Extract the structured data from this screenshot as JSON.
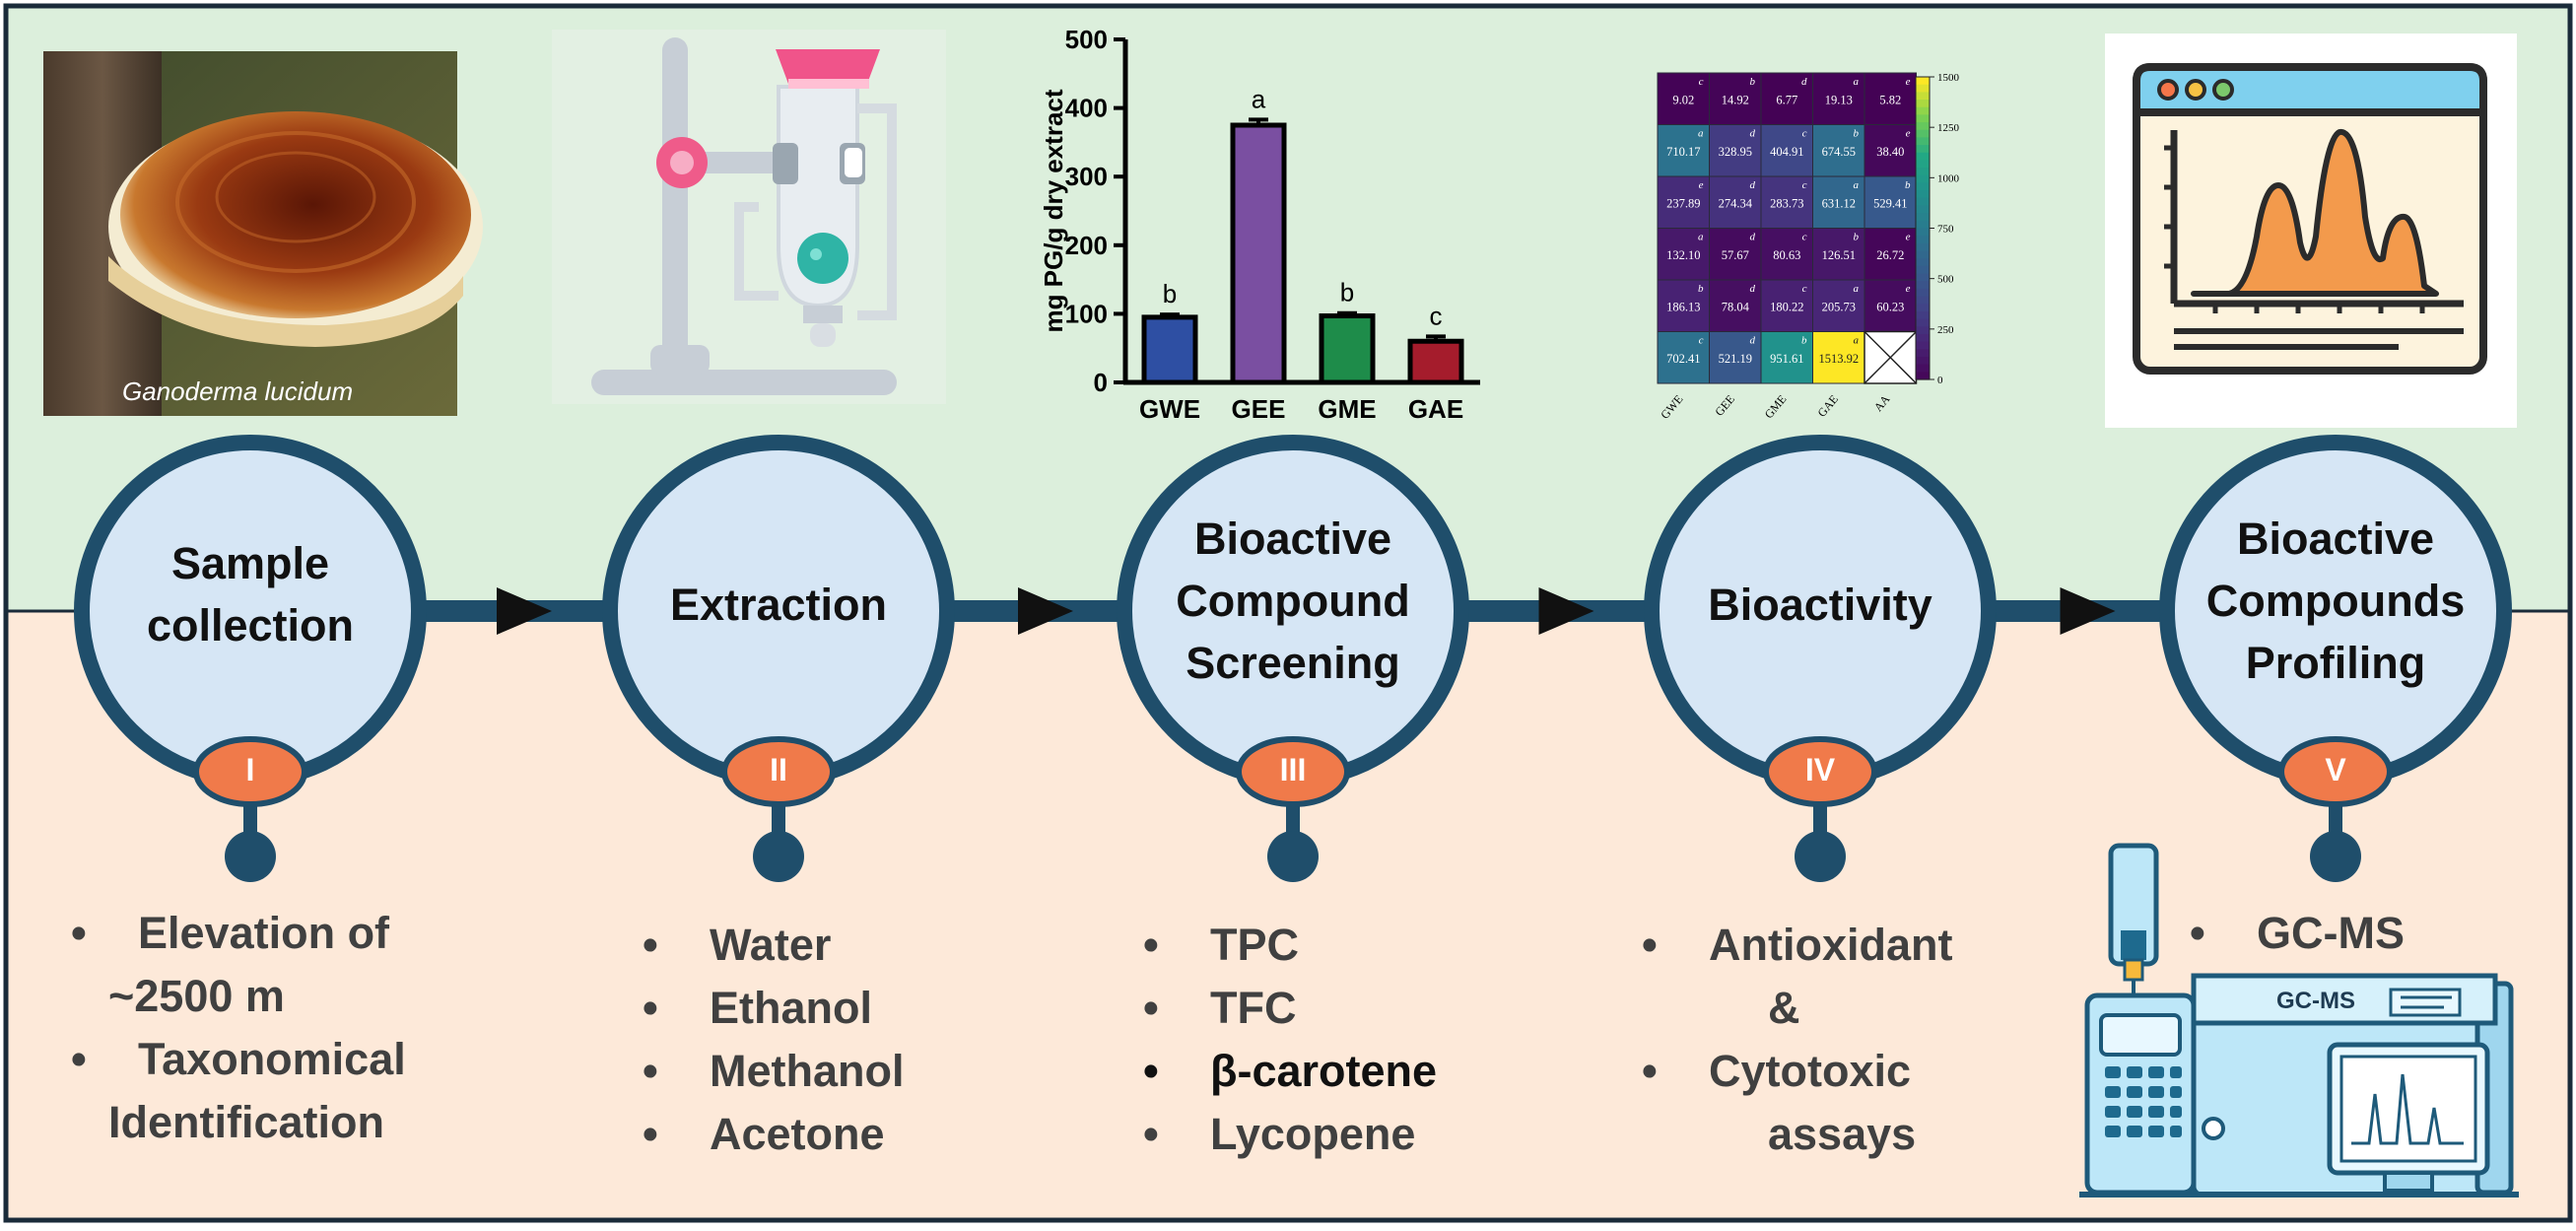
{
  "steps": [
    {
      "numeral": "I",
      "title_lines": [
        "Sample",
        "collection"
      ],
      "bullets": [
        [
          "Elevation of",
          "~2500 m"
        ],
        [
          "Taxonomical",
          "Identification"
        ]
      ]
    },
    {
      "numeral": "II",
      "title_lines": [
        "Extraction"
      ],
      "bullets": [
        [
          "Water"
        ],
        [
          "Ethanol"
        ],
        [
          "Methanol"
        ],
        [
          "Acetone"
        ]
      ]
    },
    {
      "numeral": "III",
      "title_lines": [
        "Bioactive",
        "Compound",
        "Screening"
      ],
      "bullets": [
        [
          "TPC"
        ],
        [
          "TFC"
        ],
        [
          "β-carotene"
        ],
        [
          "Lycopene"
        ]
      ]
    },
    {
      "numeral": "IV",
      "title_lines": [
        "Bioactivity"
      ],
      "bullets": [
        [
          "Antioxidant",
          "&"
        ],
        [
          "Cytotoxic",
          "assays"
        ]
      ]
    },
    {
      "numeral": "V",
      "title_lines": [
        "Bioactive",
        "Compounds",
        "Profiling"
      ],
      "bullets": [
        [
          "GC-MS"
        ]
      ]
    }
  ],
  "photo_caption": "Ganoderma lucidum",
  "instrument_label": "GC-MS",
  "colors": {
    "top_bg": "#dcefdc",
    "bottom_bg": "#fde9d9",
    "ring": "#1f4e6b",
    "disc": "#d6e6f5",
    "badge": "#f07a4a",
    "arrow": "#111111"
  },
  "chart_data": [
    {
      "type": "bar",
      "categories": [
        "GWE",
        "GEE",
        "GME",
        "GAE"
      ],
      "values": [
        95,
        375,
        97,
        60
      ],
      "errors": [
        4,
        8,
        4,
        7
      ],
      "annotations": [
        "b",
        "a",
        "b",
        "c"
      ],
      "colors": [
        "#2e4fa3",
        "#7a4fa1",
        "#1e8c4a",
        "#a51c2c"
      ],
      "ylabel": "mg PG/g dry extract",
      "ylim": [
        0,
        500
      ],
      "yticks": [
        0,
        100,
        200,
        300,
        400,
        500
      ]
    },
    {
      "type": "heatmap",
      "columns": [
        "GWE",
        "GEE",
        "GME",
        "GAE",
        "AA"
      ],
      "rows": [
        [
          9.02,
          14.92,
          6.77,
          19.13,
          5.82
        ],
        [
          710.17,
          328.95,
          404.91,
          674.55,
          38.4
        ],
        [
          237.89,
          274.34,
          283.73,
          631.12,
          529.41
        ],
        [
          132.1,
          57.67,
          80.63,
          126.51,
          26.72
        ],
        [
          186.13,
          78.04,
          180.22,
          205.73,
          60.23
        ],
        [
          702.41,
          521.19,
          951.61,
          1513.92,
          null
        ]
      ],
      "cell_letters": [
        [
          "c",
          "b",
          "d",
          "a",
          "e"
        ],
        [
          "a",
          "d",
          "c",
          "b",
          "e"
        ],
        [
          "e",
          "d",
          "c",
          "a",
          "b"
        ],
        [
          "a",
          "d",
          "c",
          "b",
          "e"
        ],
        [
          "b",
          "d",
          "c",
          "a",
          "e"
        ],
        [
          "c",
          "d",
          "b",
          "a",
          ""
        ]
      ],
      "value_range": [
        0,
        1500
      ],
      "colorbar_ticks": [
        0,
        250,
        500,
        750,
        1000,
        1250,
        1500
      ]
    }
  ]
}
